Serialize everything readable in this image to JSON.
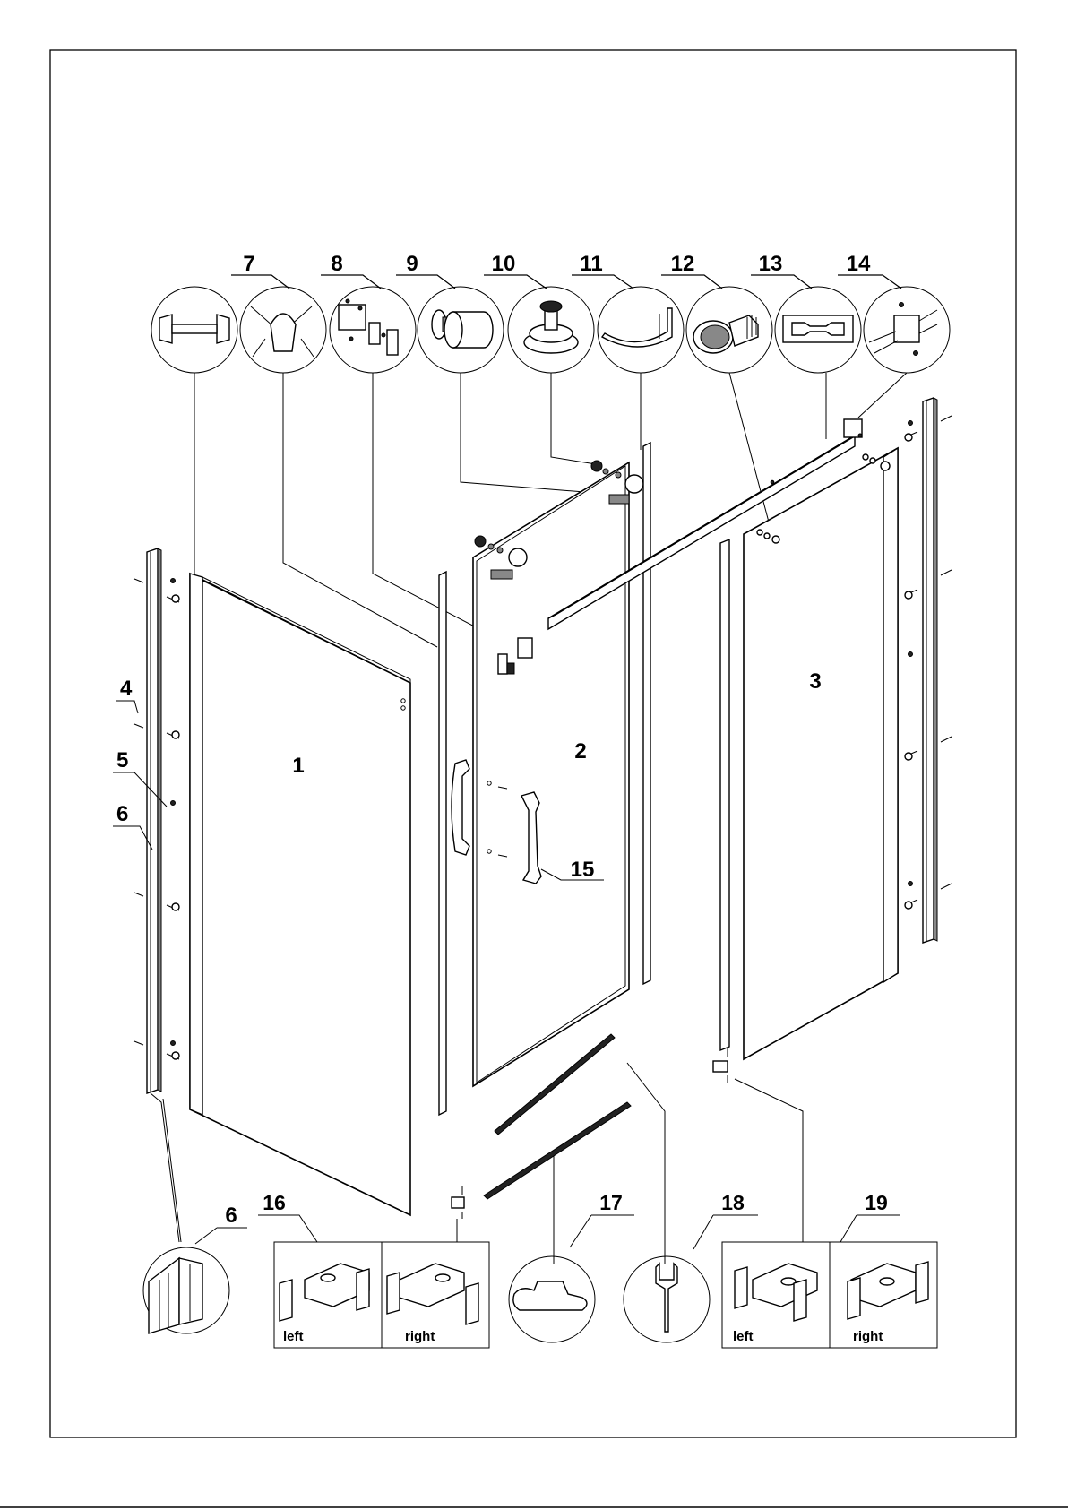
{
  "callouts": [
    "7",
    "8",
    "9",
    "10",
    "11",
    "12",
    "13",
    "14"
  ],
  "left_labels": [
    "4",
    "5",
    "6"
  ],
  "panels": {
    "p1": "1",
    "p2": "2",
    "p3": "3"
  },
  "handle_label": "15",
  "bottom_labels": {
    "b6": "6",
    "b16": "16",
    "b17": "17",
    "b18": "18",
    "b19": "19"
  },
  "side_labels": {
    "left": "left",
    "right": "right"
  },
  "colors": {
    "line": "#000000",
    "background": "#ffffff"
  }
}
